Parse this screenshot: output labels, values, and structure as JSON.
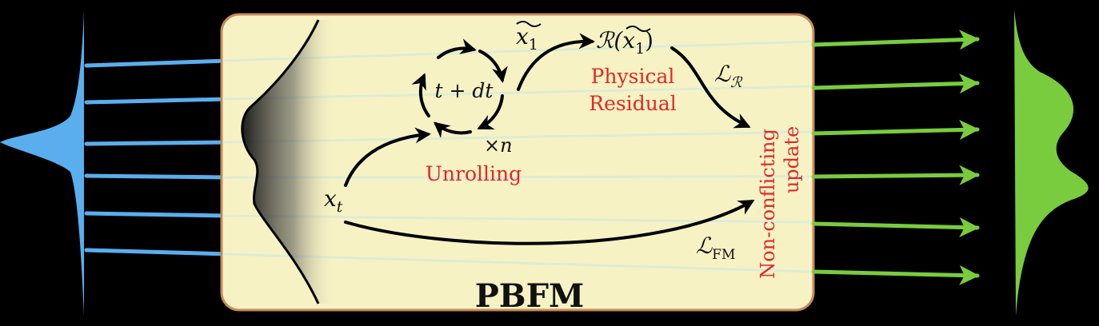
{
  "labels": {
    "title": "PBFM",
    "x_t": "x",
    "x_t_sub": "t",
    "x1_tilde": "x",
    "x1_sub": "1",
    "residual_R": "ℛ(",
    "residual_x": "x",
    "residual_sub": "1",
    "residual_close": ")",
    "loop_label": "t + dt",
    "times_n": "×n",
    "unrolling": "Unrolling",
    "physical": "Physical",
    "residual_word": "Residual",
    "L_R_main": "ℒ",
    "L_R_sub": "ℛ",
    "L_FM_main": "ℒ",
    "L_FM_sub": "FM",
    "nonconflicting": "Non-conflicting",
    "update": "update"
  },
  "colors": {
    "background": "#000000",
    "panel_fill": "#f7f2c4",
    "panel_stroke": "#c98b5a",
    "blue": "#5aaeee",
    "green": "#79cc3e",
    "red_text": "#e0282a",
    "stripe": "#dcecd8"
  }
}
